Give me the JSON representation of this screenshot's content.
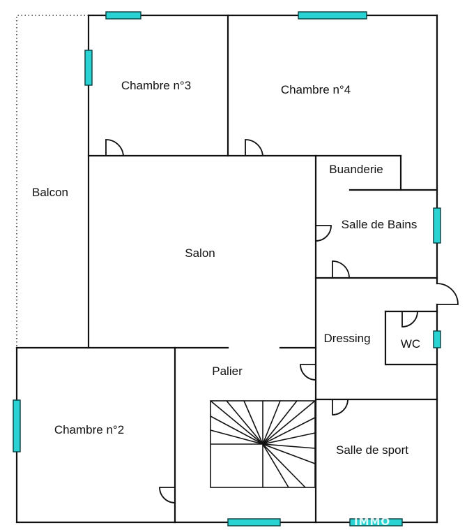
{
  "rooms": {
    "chambre3": "Chambre n°3",
    "chambre4": "Chambre n°4",
    "buanderie": "Buanderie",
    "balcon": "Balcon",
    "salle_de_bains": "Salle de Bains",
    "salon": "Salon",
    "dressing": "Dressing",
    "wc": "WC",
    "palier": "Palier",
    "chambre2": "Chambre n°2",
    "salle_de_sport": "Salle de sport"
  },
  "watermark": "IMMO",
  "colors": {
    "wall": "#111111",
    "window": "#29d3d3",
    "background": "#ffffff"
  }
}
